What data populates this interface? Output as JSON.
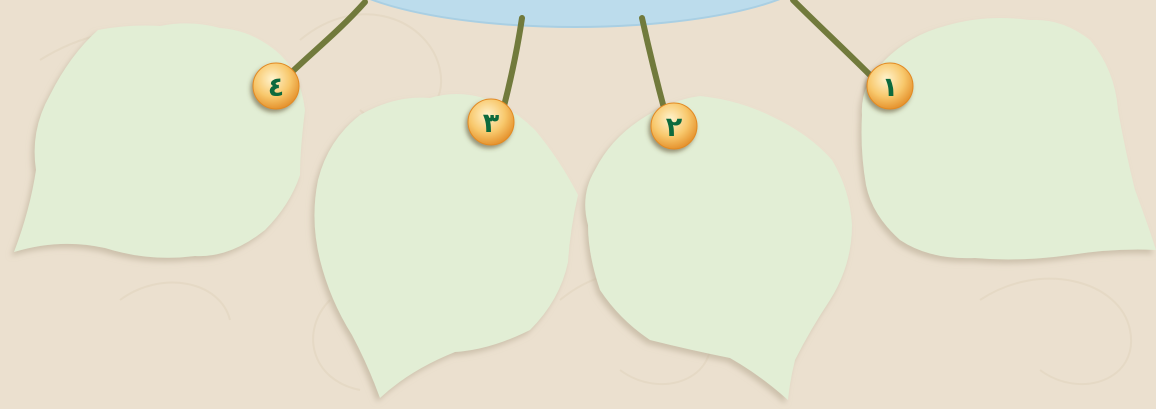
{
  "colors": {
    "background": "#ebe0cf",
    "background_pattern": "#e2d5c0",
    "hub": "#bcdcec",
    "hub_edge": "#a9cfe3",
    "stem": "#717a3c",
    "stem_highlight": "#8f9a52",
    "leaf": "#e2eed5",
    "leaf_shadow": "#b4a78f",
    "badge_light": "#fff3cd",
    "badge_mid": "#f8c86c",
    "badge_dark": "#e28a24",
    "badge_text": "#0c6a3e"
  },
  "hub": {
    "icon": "sky-blue-ellipse",
    "label": ""
  },
  "leaves": [
    {
      "id": "leaf-1",
      "number": "١",
      "content": ""
    },
    {
      "id": "leaf-2",
      "number": "٢",
      "content": ""
    },
    {
      "id": "leaf-3",
      "number": "٣",
      "content": ""
    },
    {
      "id": "leaf-4",
      "number": "٤",
      "content": ""
    }
  ]
}
